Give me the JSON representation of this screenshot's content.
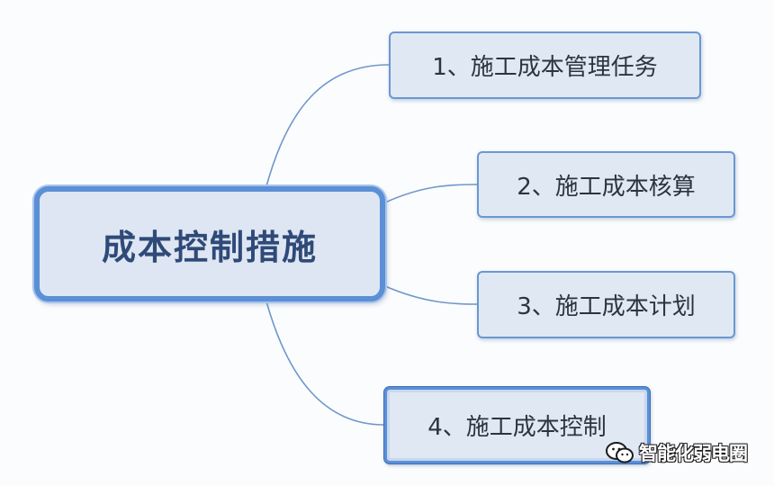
{
  "mindmap": {
    "central": {
      "label": "成本控制措施"
    },
    "branches": [
      {
        "label": "1、施工成本管理任务"
      },
      {
        "label": "2、施工成本核算"
      },
      {
        "label": "3、施工成本计划"
      },
      {
        "label": "4、施工成本控制",
        "selected": true
      }
    ]
  },
  "watermark": {
    "text": "智能化弱电圈",
    "icon": "wechat-icon"
  },
  "colors": {
    "node_fill": "#e0e8f3",
    "node_border": "#6a98d3",
    "central_border": "#5b8fd6",
    "central_text": "#2f4a78",
    "connector": "#6f97cc"
  }
}
